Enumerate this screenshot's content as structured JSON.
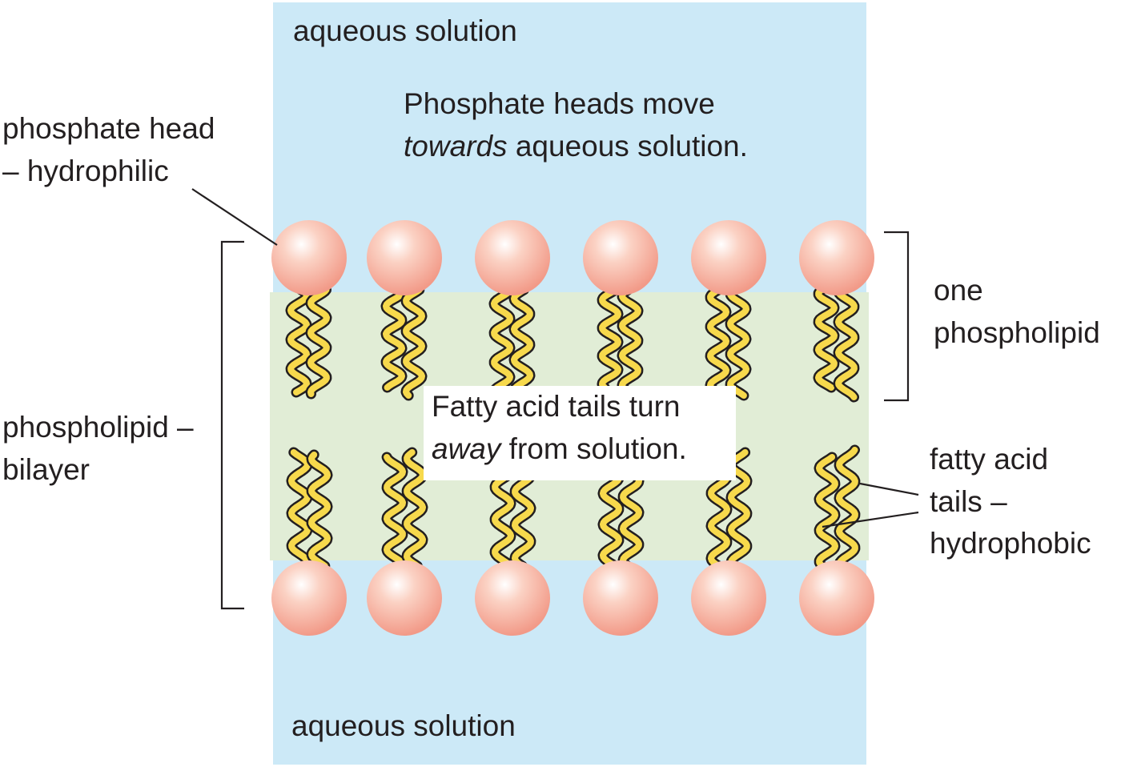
{
  "labels": {
    "aqueous_top": "aqueous solution",
    "aqueous_bottom": "aqueous solution",
    "heads_note_line1": "Phosphate heads move",
    "heads_note_line2_em": "towards",
    "heads_note_line2_rest": " aqueous solution.",
    "head_line1": "phosphate head",
    "head_line2": "– hydrophilic",
    "bilayer_line1": "phospholipid –",
    "bilayer_line2": "bilayer",
    "one_line1": "one",
    "one_line2": "phospholipid",
    "tails_line1": "fatty acid",
    "tails_line2": "tails –",
    "tails_line3": "hydrophobic",
    "tails_note_line1": "Fatty acid tails turn",
    "tails_note_line2_em": "away",
    "tails_note_line2_rest": " from solution."
  },
  "colors": {
    "aqueous": "#cce9f7",
    "tail_region": "#e1edd6",
    "head_fill": "#f29a88",
    "head_highlight": "#ffffff",
    "tail_fill": "#f7d94c",
    "tail_outline": "#231f20",
    "line": "#231f20"
  },
  "molecules": {
    "count_per_layer": 6,
    "tails_per_molecule": 2
  }
}
